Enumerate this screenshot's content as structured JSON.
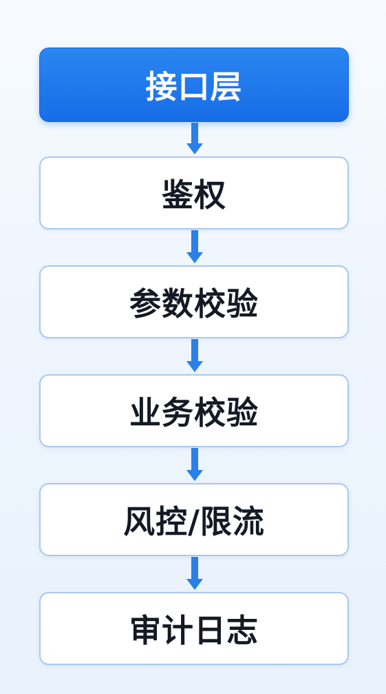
{
  "flow": {
    "steps": [
      {
        "label": "接口层"
      },
      {
        "label": "鉴权"
      },
      {
        "label": "参数校验"
      },
      {
        "label": "业务校验"
      },
      {
        "label": "风控/限流"
      },
      {
        "label": "审计日志"
      }
    ]
  },
  "colors": {
    "primary": "#1f78ea",
    "arrow": "#2a7fe8",
    "box_border": "#a9c8ee",
    "text": "#141a24"
  }
}
